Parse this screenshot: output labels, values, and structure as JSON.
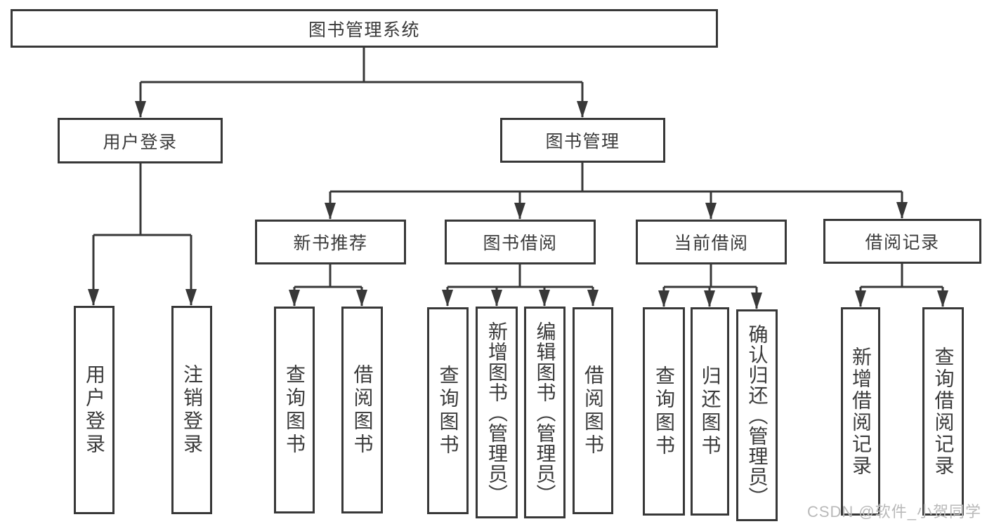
{
  "colors": {
    "line": "#383838",
    "text": "#3b3b3b",
    "box_background": "#ffffff",
    "watermark": "#b9b9b9"
  },
  "watermark": {
    "text": "CSDN @软件_小贺同学"
  },
  "diagram": {
    "type": "hierarchy-tree",
    "root": {
      "label": "图书管理系统",
      "children": [
        {
          "label": "用户登录",
          "children": [
            {
              "label": "用户登录"
            },
            {
              "label": "注销登录"
            }
          ]
        },
        {
          "label": "图书管理",
          "children": [
            {
              "label": "新书推荐",
              "children": [
                {
                  "label": "查询图书"
                },
                {
                  "label": "借阅图书"
                }
              ]
            },
            {
              "label": "图书借阅",
              "children": [
                {
                  "label": "查询图书"
                },
                {
                  "label": "新增图书（管理员）"
                },
                {
                  "label": "编辑图书（管理员）"
                },
                {
                  "label": "借阅图书"
                }
              ]
            },
            {
              "label": "当前借阅",
              "children": [
                {
                  "label": "查询图书"
                },
                {
                  "label": "归还图书"
                },
                {
                  "label": "确认归还（管理员）"
                }
              ]
            },
            {
              "label": "借阅记录",
              "children": [
                {
                  "label": "新增借阅记录"
                },
                {
                  "label": "查询借阅记录"
                }
              ]
            }
          ]
        }
      ]
    }
  }
}
